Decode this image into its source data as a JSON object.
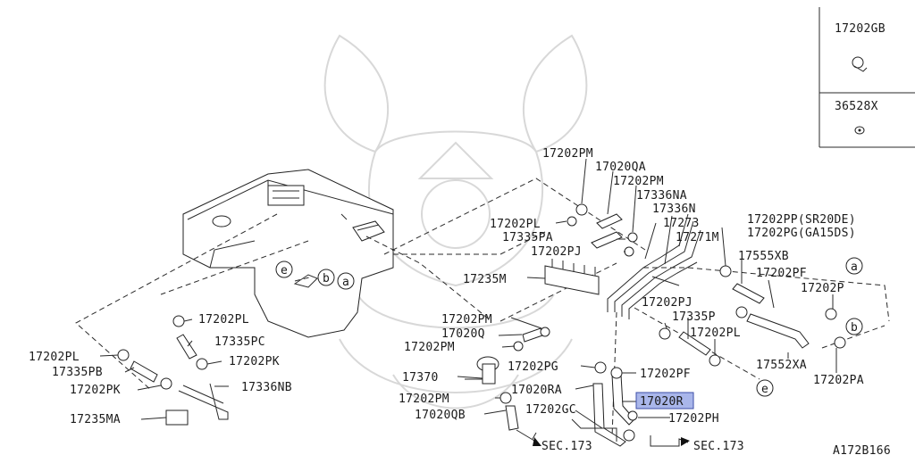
{
  "diagram_code": "A172B166",
  "legend": {
    "items": [
      {
        "part": "17202GB",
        "icon": "clamp-icon"
      },
      {
        "part": "36528X",
        "icon": "clip-icon"
      }
    ]
  },
  "labels": {
    "l_17202PM_top": "17202PM",
    "l_17020QA": "17020QA",
    "l_17202PM_2": "17202PM",
    "l_17336NA": "17336NA",
    "l_17336N": "17336N",
    "l_17273": "17273",
    "l_17271M": "17271M",
    "l_17202PL_mid": "17202PL",
    "l_17335PA": "17335PA",
    "l_17202PJ_top": "17202PJ",
    "l_17202PP": "17202PP(SR20DE)",
    "l_17202PG_ga": "17202PG(GA15DS)",
    "l_17555XB": "17555XB",
    "l_17202PF_right": "17202PF",
    "l_17202P": "17202P",
    "l_17235M": "17235M",
    "l_17202PJ_mid": "17202PJ",
    "l_17335P": "17335P",
    "l_17202PL_right": "17202PL",
    "l_17552XA": "17552XA",
    "l_17202PA": "17202PA",
    "l_17202PM_mid": "17202PM",
    "l_17020Q": "17020Q",
    "l_17202PM_mid2": "17202PM",
    "l_17202PL_left2": "17202PL",
    "l_17335PC": "17335PC",
    "l_17202PL_left": "17202PL",
    "l_17335PB": "17335PB",
    "l_17202PK_mid": "17202PK",
    "l_17202PK_left": "17202PK",
    "l_17336NB": "17336NB",
    "l_17235MA": "17235MA",
    "l_17370": "17370",
    "l_17202PG_low": "17202PG",
    "l_17202PF_low": "17202PF",
    "l_17202PM_low": "17202PM",
    "l_17020RA": "17020RA",
    "l_17020R": "17020R",
    "l_17020QB": "17020QB",
    "l_17202GC": "17202GC",
    "l_17202PH": "17202PH",
    "l_sec173_left": "SEC.173",
    "l_sec173_right": "SEC.173"
  },
  "callouts": {
    "a": "a",
    "b": "b",
    "e": "e"
  },
  "colors": {
    "highlight_fill": "#a9b6ea",
    "highlight_stroke": "#3d4fa8",
    "line": "#2a2a2a",
    "watermark": "#d8d8d8"
  }
}
